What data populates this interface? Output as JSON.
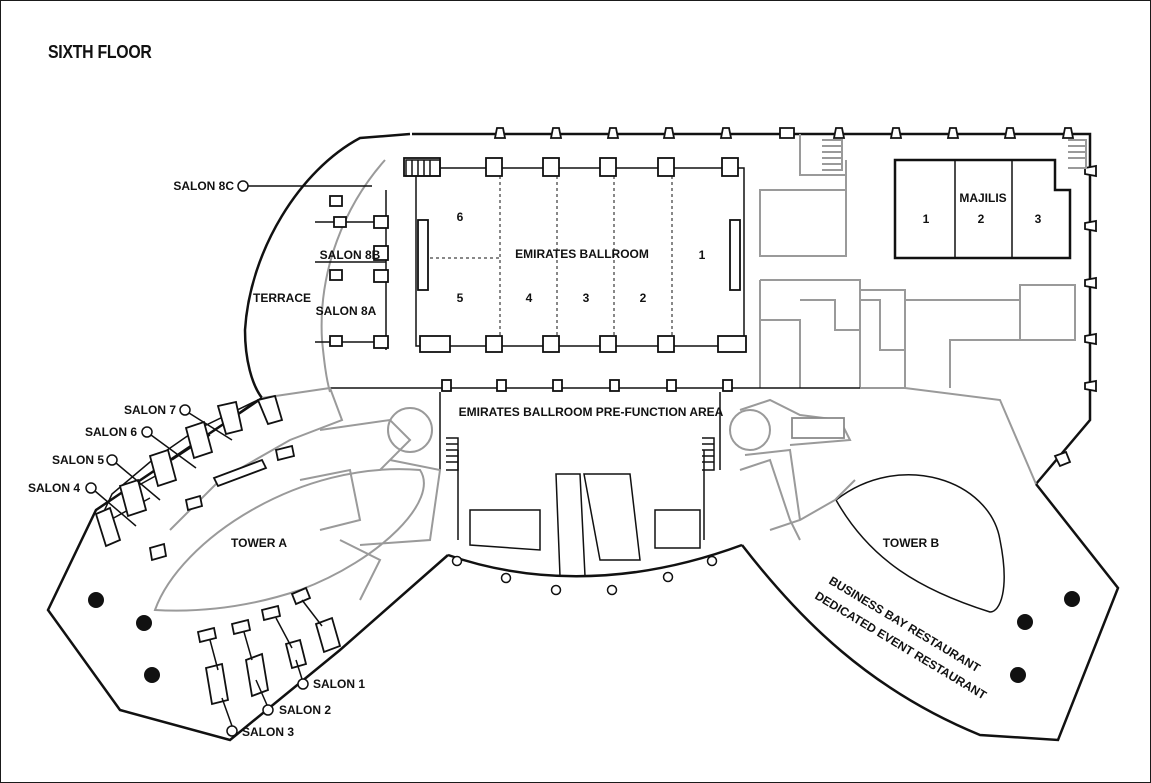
{
  "title": "SIXTH FLOOR",
  "rooms": {
    "emirates_ballroom": "EMIRATES BALLROOM",
    "prefunction": "EMIRATES BALLROOM PRE-FUNCTION AREA",
    "majilis": "MAJILIS",
    "terrace": "TERRACE",
    "tower_a": "TOWER A",
    "tower_b": "TOWER B",
    "salon_8a": "SALON 8A",
    "salon_8b": "SALON 8B",
    "salon_8c": "SALON 8C",
    "salon_7": "SALON 7",
    "salon_6": "SALON 6",
    "salon_5": "SALON 5",
    "salon_4": "SALON 4",
    "salon_1": "SALON 1",
    "salon_2": "SALON 2",
    "salon_3": "SALON 3",
    "restaurant_line1": "BUSINESS BAY RESTAURANT",
    "restaurant_line2": "DEDICATED EVENT RESTAURANT"
  },
  "ballroom_sections": [
    "6",
    "5",
    "4",
    "3",
    "2",
    "1"
  ],
  "majilis_sections": [
    "1",
    "2",
    "3"
  ]
}
